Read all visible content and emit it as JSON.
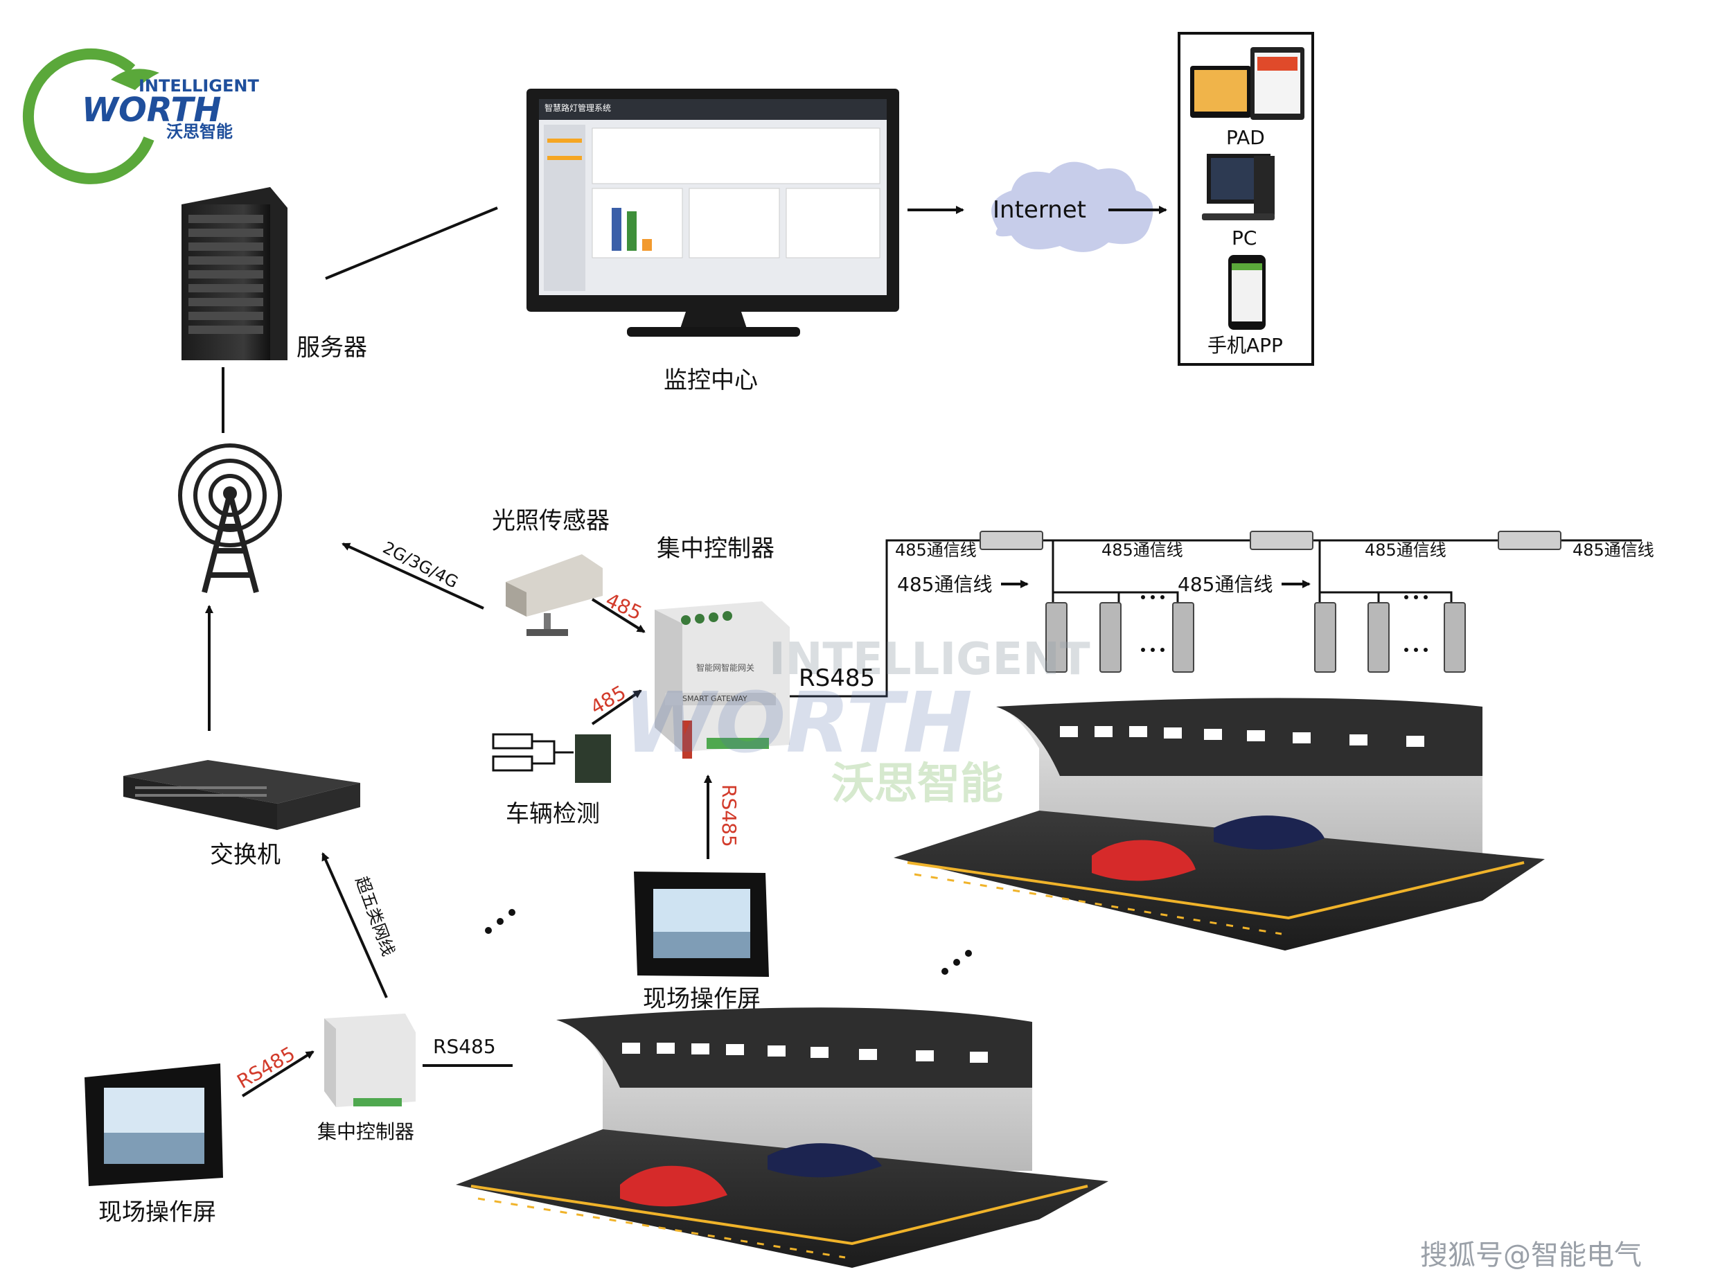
{
  "logo": {
    "line1": "INTELLIGENT",
    "line2": "WORTH",
    "line3": "沃思智能"
  },
  "nodes": {
    "server": "服务器",
    "monitor_center": "监控中心",
    "internet": "Internet",
    "pad": "PAD",
    "pc": "PC",
    "mobile_app": "手机APP",
    "light_sensor": "光照传感器",
    "controller_main": "集中控制器",
    "vehicle_detect": "车辆检测",
    "switch": "交换机",
    "operator_screen_mid": "现场操作屏",
    "operator_screen_left": "现场操作屏",
    "controller_small": "集中控制器"
  },
  "links": {
    "wireless": "2G/3G/4G",
    "sensor_485": "485",
    "detect_485": "485",
    "gateway_rs485": "RS485",
    "screen_rs485_mid": "RS485",
    "cable": "超五类网线",
    "screen_rs485_left": "RS485",
    "controller_rs485_out": "RS485"
  },
  "bus_labels": {
    "b1": "485通信线",
    "b2": "485通信线",
    "b3": "485通信线",
    "b4": "485通信线",
    "branch1": "485通信线",
    "branch2": "485通信线"
  },
  "watermark": {
    "line1": "INTELLIGENT",
    "line2": "WORTH",
    "line3": "沃思智能"
  },
  "screen_ui": {
    "app_title": "智慧路灯管理系统",
    "device_label": "智能网智能网关",
    "gateway_brand": "SMART GATEWAY"
  },
  "footer": "搜狐号@智能电气",
  "colors": {
    "accent_green": "#5aa83a",
    "logo_blue": "#1f4f9c",
    "red_label": "#d23b2b"
  }
}
